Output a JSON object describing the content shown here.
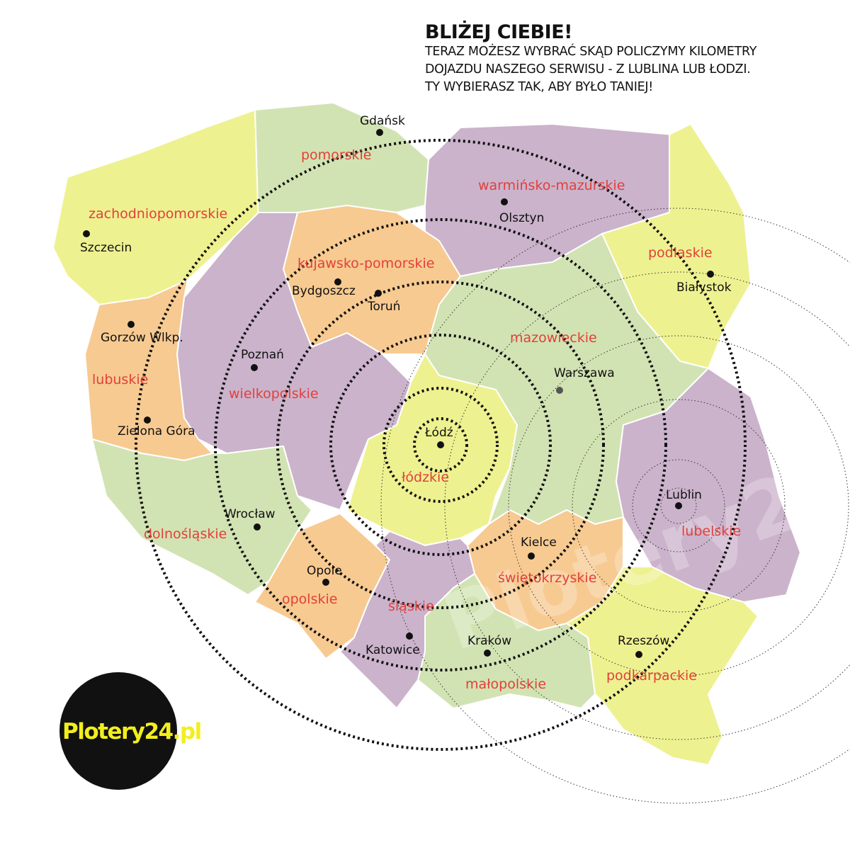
{
  "header": {
    "title": "BLIŻEJ CIEBIE!",
    "lines": [
      "TERAZ MOŻESZ WYBRAĆ SKĄD POLICZYMY KILOMETRY",
      "DOJAZDU NASZEGO SERWISU - Z LUBLINA LUB ŁODZI.",
      "TY WYBIERASZ TAK, ABY BYŁO TANIEJ!"
    ]
  },
  "colors": {
    "yellow": "#eef190",
    "green": "#d2e3b3",
    "purple": "#cbb3cc",
    "orange": "#f7ca91",
    "label": "#e2403a"
  },
  "regions": {
    "zachodniopomorskie": "zachodniopomorskie",
    "pomorskie": "pomorskie",
    "warminsko": "warmińsko-mazurskie",
    "podlaskie": "podlaskie",
    "kujawsko": "kujawsko-pomorskie",
    "wielkopolskie": "wielkopolskie",
    "lubuskie": "lubuskie",
    "dolnoslaskie": "dolnośląskie",
    "opolskie": "opolskie",
    "lodzkie": "łódzkie",
    "mazowieckie": "mazowieckie",
    "lubelskie": "lubelskie",
    "swietokrzyskie": "świętokrzyskie",
    "slaskie": "śląskie",
    "malopolskie": "małopolskie",
    "podkarpackie": "podkarpackie"
  },
  "cities": {
    "gdansk": "Gdańsk",
    "olsztyn": "Olsztyn",
    "szczecin": "Szczecin",
    "bialystok": "Białystok",
    "bydgoszcz": "Bydgoszcz",
    "torun": "Toruń",
    "gorzow": "Gorzów Wlkp.",
    "poznan": "Poznań",
    "warszawa": "Warszawa",
    "zielona": "Zielona Góra",
    "lodz": "Łódź",
    "lublin": "Lublin",
    "wroclaw": "Wrocław",
    "kielce": "Kielce",
    "opole": "Opole",
    "katowice": "Katowice",
    "krakow": "Kraków",
    "rzeszow": "Rzeszów"
  },
  "logo": {
    "text": "Plotery24.pl"
  }
}
